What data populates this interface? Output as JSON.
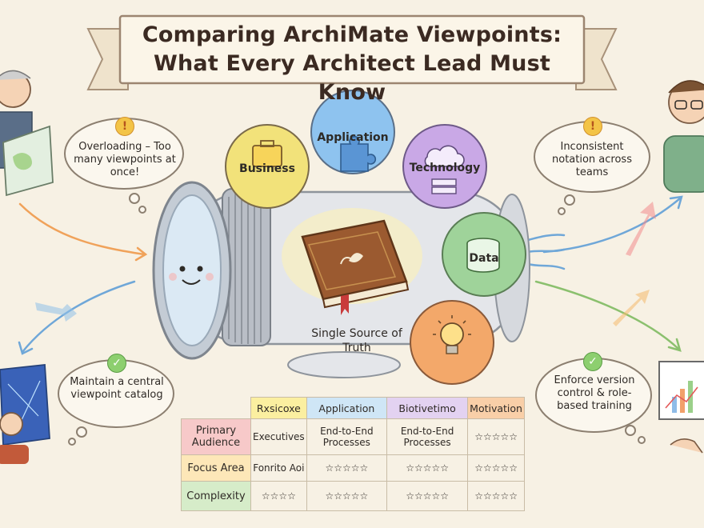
{
  "title": {
    "line1": "Comparing ArchiMate Viewpoints:",
    "line2": "What Every Architect Lead Must Know"
  },
  "callouts": {
    "top_left": {
      "icon": "warning-icon",
      "text": "Overloading – Too many viewpoints at once!"
    },
    "top_right": {
      "icon": "warning-icon",
      "text": "Inconsistent notation across teams"
    },
    "bottom_left": {
      "icon": "check-icon",
      "text": "Maintain a central viewpoint catalog"
    },
    "bottom_right": {
      "icon": "check-icon",
      "text": "Enforce version control & role-based training"
    }
  },
  "viewpoint_circles": [
    {
      "label": "Business",
      "icon": "briefcase-icon",
      "color": "#f2e27a"
    },
    {
      "label": "Application",
      "icon": "puzzle-icon",
      "color": "#8ec3ef"
    },
    {
      "label": "Technology",
      "icon": "cloud-server-icon",
      "color": "#c9a8e6"
    },
    {
      "label": "Data",
      "icon": "database-icon",
      "color": "#9fd39a"
    },
    {
      "label": "",
      "icon": "lightbulb-icon",
      "color": "#f3a86a"
    }
  ],
  "center": {
    "label": "Single Source of Truth",
    "icon": "book-icon"
  },
  "table": {
    "headers": [
      "",
      "Rxsicoxe",
      "Application",
      "Biotivetimo",
      "Motivation"
    ],
    "rows": [
      {
        "label": "Primary Audience",
        "cells": [
          "Executives",
          "End-to-End Processes",
          "End-to-End Processes",
          "☆☆☆☆☆"
        ]
      },
      {
        "label": "Focus Area",
        "cells": [
          "Fonrito Aoi",
          "☆☆☆☆☆",
          "☆☆☆☆☆",
          "☆☆☆☆☆"
        ]
      },
      {
        "label": "Complexity",
        "cells": [
          "☆☆☆☆",
          "☆☆☆☆☆",
          "☆☆☆☆☆",
          "☆☆☆☆☆"
        ]
      }
    ],
    "header_colors": [
      "",
      "#fbefa0",
      "#cfe6f6",
      "#e3d2f1",
      "#f9cfa8"
    ],
    "row_colors": [
      "#f7c9c9",
      "#fde7b8",
      "#d6ecc9"
    ]
  }
}
